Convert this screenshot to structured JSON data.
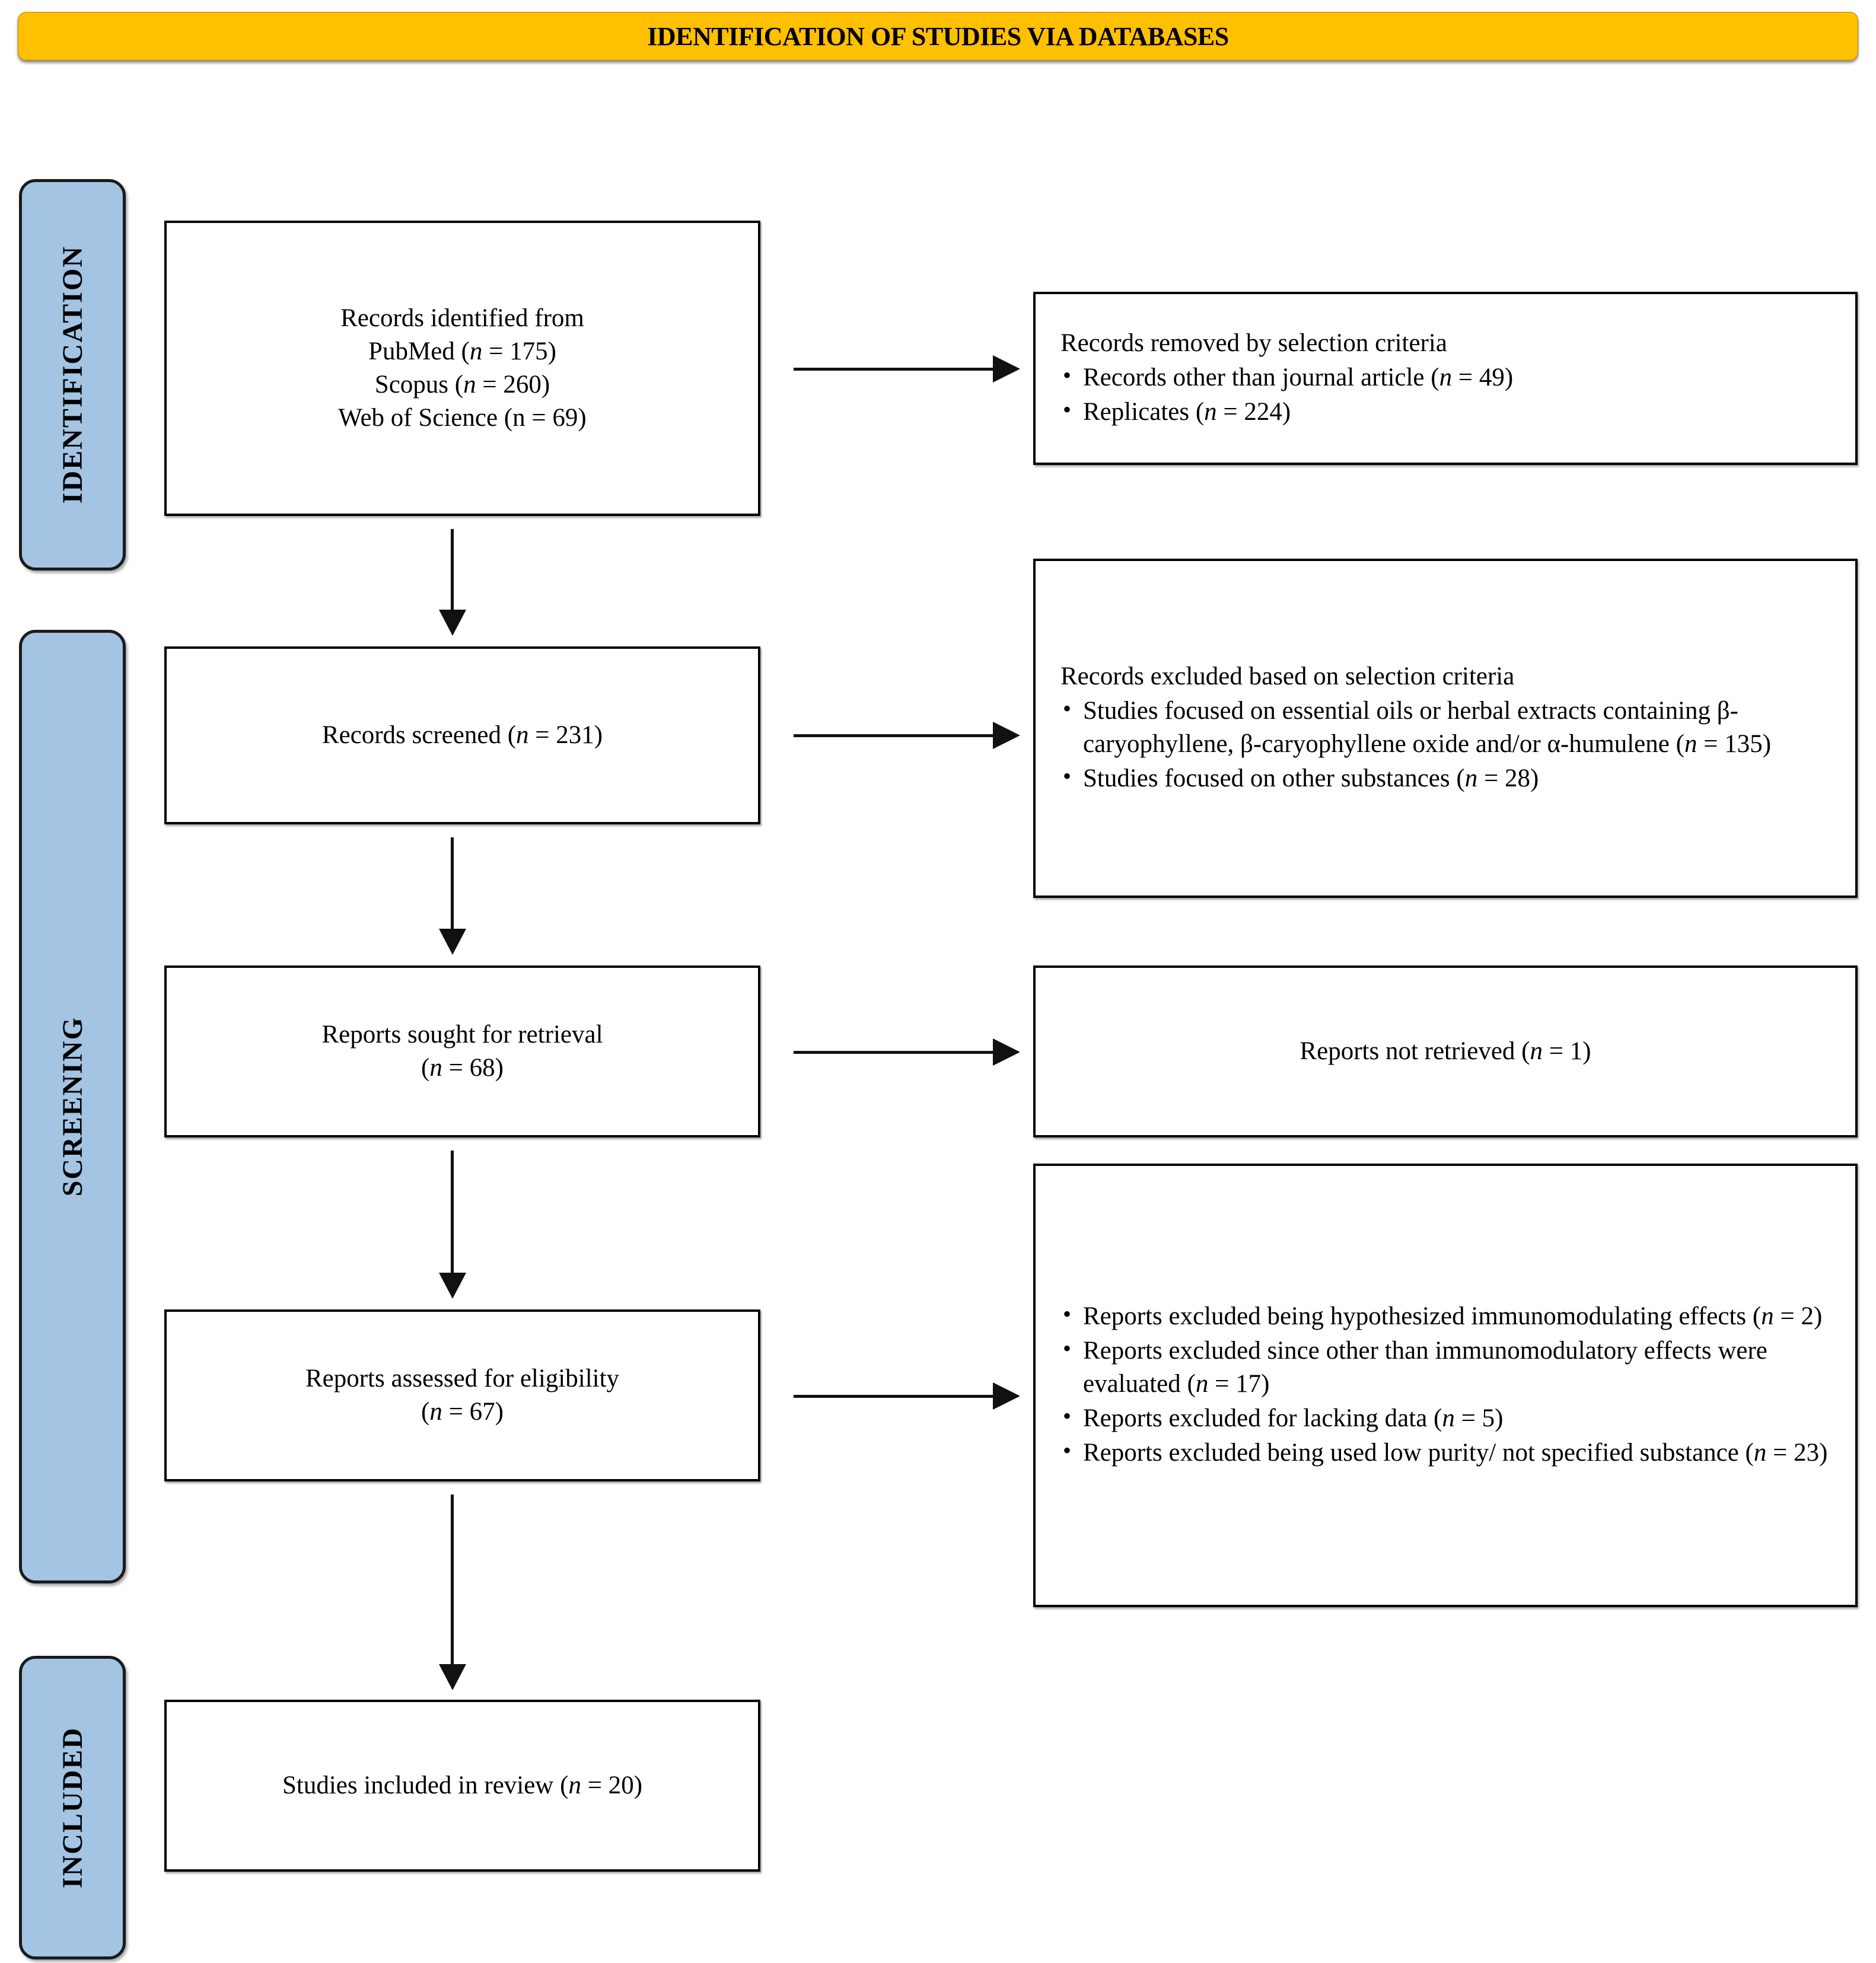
{
  "header": {
    "title": "IDENTIFICATION OF STUDIES VIA DATABASES",
    "color": "#FFC000"
  },
  "stages": {
    "color": "#A3C4E3",
    "identification": "IDENTIFICATION",
    "screening": "SCREENING",
    "included": "INCLUDED"
  },
  "boxes": {
    "identified": {
      "line1": "Records identified from",
      "line2_label": "PubMed (",
      "line2_n": "n",
      "line2_value": " = 175)",
      "line3_label": "Scopus (",
      "line3_n": "n",
      "line3_value": " = 260)",
      "line4": "Web of Science (n = 69)"
    },
    "removed": {
      "lead": "Records removed by selection criteria",
      "bullets": [
        {
          "pre": "Records other than journal article (",
          "n": "n",
          "post": " = 49)"
        },
        {
          "pre": "Replicates (",
          "n": "n",
          "post": " = 224)"
        }
      ]
    },
    "screened": {
      "pre": "Records screened (",
      "n": "n",
      "post": " = 231)"
    },
    "excluded_screening": {
      "lead": "Records excluded based on selection criteria",
      "bullets": [
        {
          "pre": "Studies focused on essential oils or herbal extracts containing β-caryophyllene, β-caryophyllene oxide and/or α-humulene (",
          "n": "n",
          "post": " = 135)"
        },
        {
          "pre": "Studies focused on other substances (",
          "n": "n",
          "post": " = 28)"
        }
      ]
    },
    "sought": {
      "line1": "Reports sought for retrieval",
      "line2_pre": "(",
      "line2_n": "n",
      "line2_post": " = 68)"
    },
    "not_retrieved": {
      "pre": "Reports not retrieved (",
      "n": "n",
      "post": " = 1)"
    },
    "assessed": {
      "line1": "Reports assessed for eligibility",
      "line2_pre": "(",
      "line2_n": "n",
      "line2_post": " = 67)"
    },
    "excluded_eligibility": {
      "bullets": [
        {
          "pre": "Reports excluded being hypothesized immunomodulating effects (",
          "n": "n",
          "post": " = 2)"
        },
        {
          "pre": "Reports excluded since other than immunomodulatory effects were evaluated (",
          "n": "n",
          "post": " = 17)"
        },
        {
          "pre": "Reports excluded for lacking data (",
          "n": "n",
          "post": " = 5)"
        },
        {
          "pre": "Reports excluded being used low purity/ not specified substance (",
          "n": "n",
          "post": " = 23)"
        }
      ]
    },
    "included": {
      "pre": "Studies included in review (",
      "n": "n",
      "post": " = 20)"
    }
  }
}
